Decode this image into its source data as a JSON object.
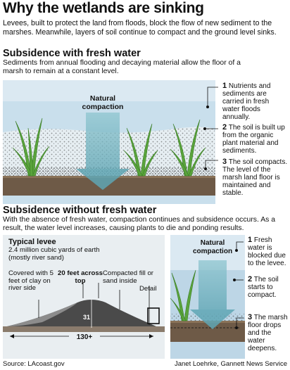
{
  "title": "Why the wetlands are sinking",
  "intro": "Levees, built to protect the land from floods, block the flow of new sediment to the marshes. Meanwhile, layers of soil continue to compact and the ground level sinks.",
  "section1": {
    "heading": "Subsidence with fresh water",
    "description": "Sediments from annual flooding and decaying material allow the floor of a marsh to remain at a constant level.",
    "arrow_label": "Natural compaction",
    "notes": [
      {
        "num": "1",
        "text": "Nutrients and sediments are carried in fresh water floods annually."
      },
      {
        "num": "2",
        "text": "The soil is built up from the organic plant material and sediments."
      },
      {
        "num": "3",
        "text": "The soil compacts. The level of the marsh land floor is maintained and stable."
      }
    ]
  },
  "section2": {
    "heading": "Subsidence without fresh water",
    "description": "With the absence of fresh water, compaction continues and subsidence occurs. As a result, the water level increases, causing plants to die and ponding results.",
    "levee": {
      "title": "Typical levee",
      "volume": "2.4 million cubic yards of earth (mostly river sand)",
      "clay_note": "Covered with 5 feet of clay on river side",
      "top_note": "20 feet across top",
      "fill_note": "Compacted fill or sand inside",
      "height": "31",
      "width": "130+",
      "detail_label": "Detail"
    },
    "arrow_label": "Natural compaction",
    "notes": [
      {
        "num": "1",
        "text": "Fresh water is blocked due to the levee."
      },
      {
        "num": "2",
        "text": "The soil starts to compact."
      },
      {
        "num": "3",
        "text": "The marsh floor drops and the water deepens."
      }
    ]
  },
  "footer": {
    "source": "Source: LAcoast.gov",
    "credit": "Janet Loehrke, Gannett News Service"
  },
  "colors": {
    "water": "#c6dcea",
    "arrow": "#7fbcc8",
    "soil": "#6e5a47",
    "plant": "#5aa43c",
    "levee": "#4a4a4a"
  }
}
